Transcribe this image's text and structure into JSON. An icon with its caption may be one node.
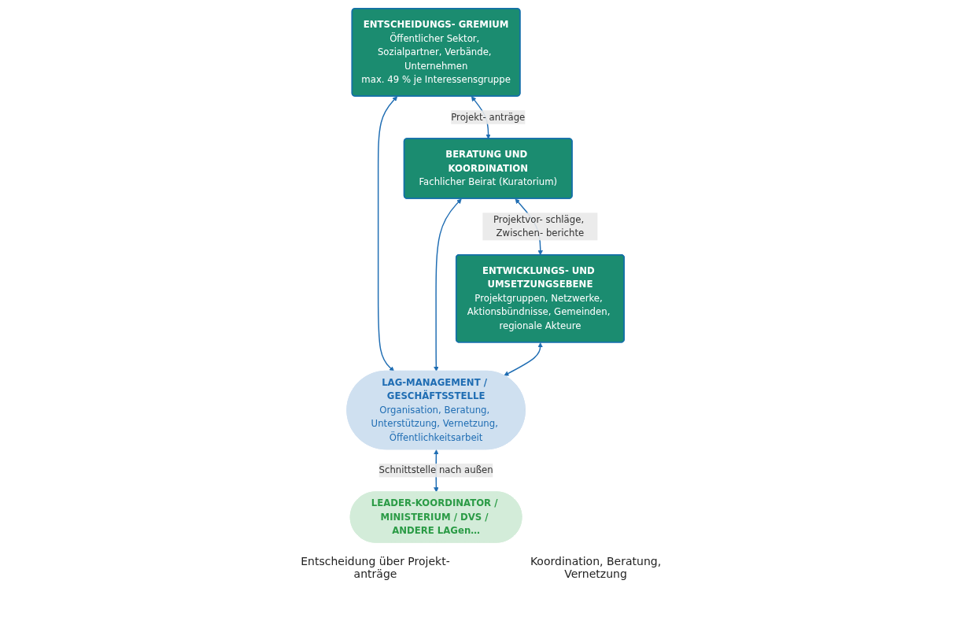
{
  "diagram": {
    "nodes": [
      {
        "text": [
          "ENTSCHEIDUNGS- GREMIUM",
          "Öffentlicher Sektor, Sozialpartner, Verbände, Unternehmen",
          "max. 49 % je Interessensgruppe"
        ]
      },
      {
        "text": [
          "BERATUNG UND KOORDINATION",
          "Fachlicher Beirat (Kuratorium)"
        ]
      },
      {
        "text": [
          "ENTWICKLUNGS- UND UMSETZUNGSEBENE",
          "Projektgruppen, Netzwerke, Aktionsbündnisse, Gemeinden, regionale Akteure"
        ]
      },
      {
        "text": [
          "LAG-MANAGEMENT / GESCHÄFTSSTELLE",
          "Organisation, Beratung, Unterstützung, Vernetzung, Öffentlichkeitsarbeit"
        ]
      },
      {
        "text": [
          "LEADER-KOORDINATOR / MINISTERIUM / DVS / ANDERE LAGen…"
        ]
      }
    ],
    "edges": [
      {
        "from": 0,
        "to": 1,
        "arrow": "both",
        "label": "Projekt- anträge"
      },
      {
        "from": 1,
        "to": 2,
        "arrow": "both",
        "label": "Projektvor- schläge, Zwischen- berichte"
      },
      {
        "from": 0,
        "to": 3,
        "arrow": "both"
      },
      {
        "from": 1,
        "to": 3,
        "arrow": "both"
      },
      {
        "from": 2,
        "to": 3,
        "arrow": "both"
      },
      {
        "from": 3,
        "to": 4,
        "arrow": "both",
        "label": "Schnittstelle nach außen"
      }
    ],
    "labels": [
      "Entscheidung über Projekt- anträge",
      "Koordination, Beratung, Vernetzung"
    ]
  }
}
